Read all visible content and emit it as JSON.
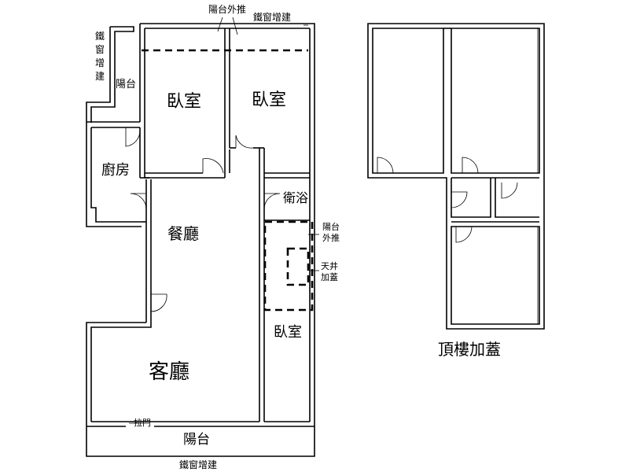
{
  "rooms": {
    "bedroom_left": "臥室",
    "bedroom_right": "臥室",
    "kitchen": "廚房",
    "dining": "餐廳",
    "bathroom": "衛浴",
    "living": "客廳",
    "bedroom_small": "臥室",
    "balcony_side": "陽台",
    "balcony_bottom": "陽台"
  },
  "annotations": {
    "balcony_push_top": "陽台外推",
    "window_add_top": "鐵窗增建",
    "window_add_left": [
      "鐵",
      "窗",
      "增",
      "建"
    ],
    "balcony_push_right": [
      "陽台",
      "外推"
    ],
    "skylight_cover": [
      "天井",
      "加蓋"
    ],
    "sliding_door": "拉門",
    "window_add_bottom": "鐵窗增建"
  },
  "rooftop_title": "頂樓加蓋"
}
